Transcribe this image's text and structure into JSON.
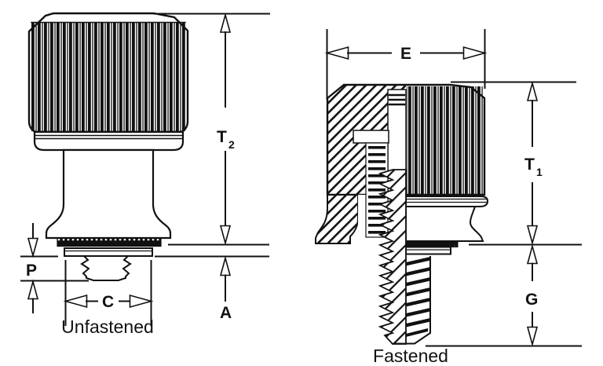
{
  "diagram": {
    "title_hint": "captive panel screw dimension drawing",
    "colors": {
      "ink": "#111111",
      "background": "#ffffff"
    },
    "left_view": {
      "caption": "Unfastened",
      "dim_t2": {
        "letter": "T",
        "subscript": "2"
      },
      "dim_p": "P",
      "dim_c": "C",
      "dim_a": "A"
    },
    "right_view": {
      "caption": "Fastened",
      "dim_e": "E",
      "dim_t1": {
        "letter": "T",
        "subscript": "1"
      },
      "dim_g": "G"
    }
  }
}
